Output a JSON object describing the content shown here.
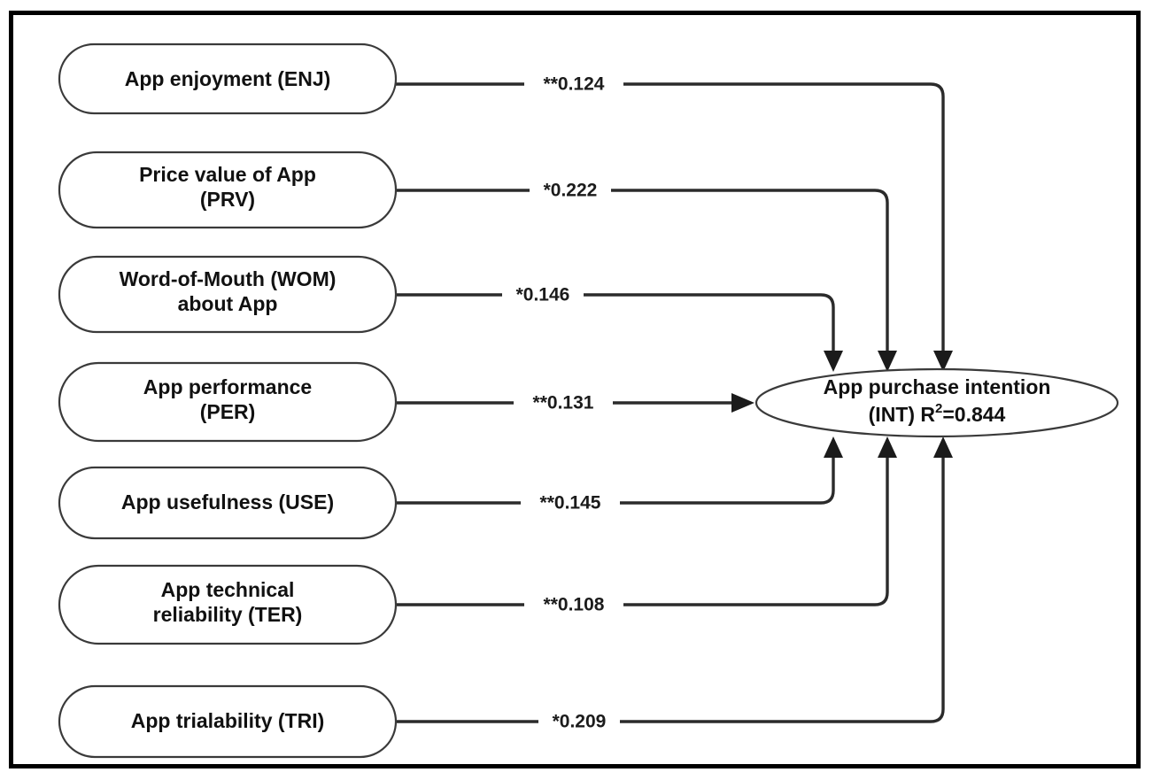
{
  "figure": {
    "type": "path-diagram",
    "title": "",
    "border_color": "#000000",
    "background_color": "#ffffff",
    "node_stroke_color": "#3a3a3a",
    "edge_color": "#2b2b2b"
  },
  "nodes": {
    "predictors": [
      {
        "id": "ENJ",
        "label_lines": [
          "App enjoyment (ENJ)"
        ]
      },
      {
        "id": "PRV",
        "label_lines": [
          "Price value of App",
          "(PRV)"
        ]
      },
      {
        "id": "WOM",
        "label_lines": [
          "Word-of-Mouth (WOM)",
          "about App"
        ]
      },
      {
        "id": "PER",
        "label_lines": [
          "App performance",
          "(PER)"
        ]
      },
      {
        "id": "USE",
        "label_lines": [
          "App usefulness (USE)"
        ]
      },
      {
        "id": "TER",
        "label_lines": [
          "App technical",
          "reliability (TER)"
        ]
      },
      {
        "id": "TRI",
        "label_lines": [
          "App trialability (TRI)"
        ]
      }
    ],
    "outcome": {
      "id": "INT",
      "label_line1": "App purchase intention",
      "label_line2_prefix": "(INT) R",
      "label_line2_sup": "2",
      "label_line2_suffix": "=0.844",
      "r_squared": "0.844"
    }
  },
  "chart_data": {
    "type": "path-diagram",
    "outcome": "App purchase intention (INT)",
    "r_squared": 0.844,
    "paths": [
      {
        "from": "ENJ",
        "to": "INT",
        "label": "**0.124",
        "coefficient": 0.124,
        "significance": "**"
      },
      {
        "from": "PRV",
        "to": "INT",
        "label": "*0.222",
        "coefficient": 0.222,
        "significance": "*"
      },
      {
        "from": "WOM",
        "to": "INT",
        "label": "*0.146",
        "coefficient": 0.146,
        "significance": "*"
      },
      {
        "from": "PER",
        "to": "INT",
        "label": "**0.131",
        "coefficient": 0.131,
        "significance": "**"
      },
      {
        "from": "USE",
        "to": "INT",
        "label": "**0.145",
        "coefficient": 0.145,
        "significance": "**"
      },
      {
        "from": "TER",
        "to": "INT",
        "label": "**0.108",
        "coefficient": 0.108,
        "significance": "**"
      },
      {
        "from": "TRI",
        "to": "INT",
        "label": "*0.209",
        "coefficient": 0.209,
        "significance": "*"
      }
    ]
  },
  "edges": [
    {
      "id": "enj-int",
      "label": "**0.124"
    },
    {
      "id": "prv-int",
      "label": "*0.222"
    },
    {
      "id": "wom-int",
      "label": "*0.146"
    },
    {
      "id": "per-int",
      "label": "**0.131"
    },
    {
      "id": "use-int",
      "label": "**0.145"
    },
    {
      "id": "ter-int",
      "label": "**0.108"
    },
    {
      "id": "tri-int",
      "label": "*0.209"
    }
  ]
}
